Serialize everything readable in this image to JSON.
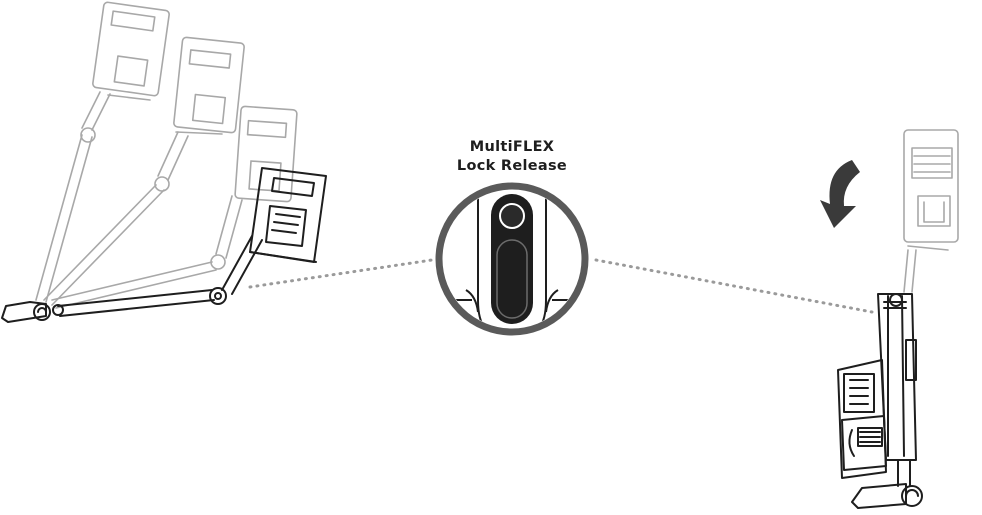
{
  "callout": {
    "line1": "MultiFLEX",
    "line2": "Lock Release"
  },
  "colors": {
    "ink": "#1e1e1e",
    "ghost": "#a8a8a8",
    "ring": "#5a5a5a",
    "dots": "#9a9a9a"
  },
  "icons": {
    "rotate_arrow": "curved-down-arrow-icon",
    "vacuum": "upright-vacuum-illustration"
  }
}
